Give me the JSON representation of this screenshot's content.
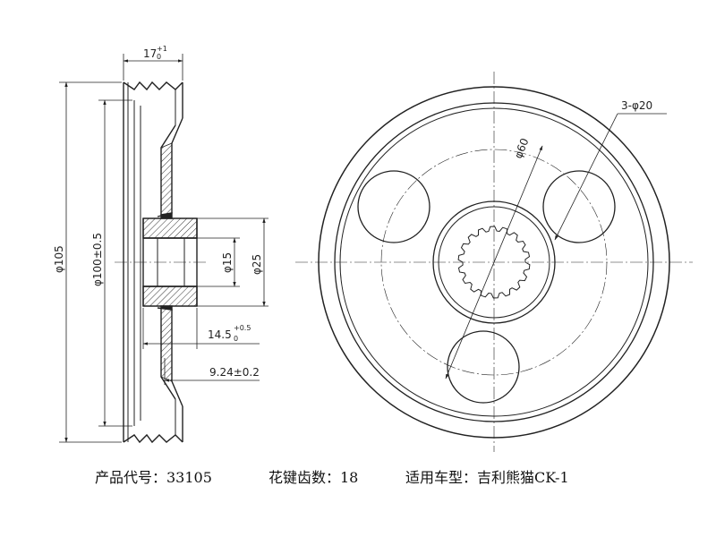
{
  "dimensions": {
    "width_top": {
      "base": "17",
      "sup": "+1",
      "sub": "0"
    },
    "outer_dia": "φ105",
    "groove_dia": "φ100±0.5",
    "bore_dia": "φ15",
    "hub_dia": "φ25",
    "hub_length": {
      "base": "14.5",
      "sup": "+0.5",
      "sub": "0"
    },
    "offset": "9.24±0.2",
    "pitch_circle": "φ60",
    "holes": "3-φ20"
  },
  "captions": {
    "product_code": "产品代号：33105",
    "spline_teeth": "花键齿数：18",
    "vehicle": "适用车型：吉利熊猫CK-1"
  }
}
